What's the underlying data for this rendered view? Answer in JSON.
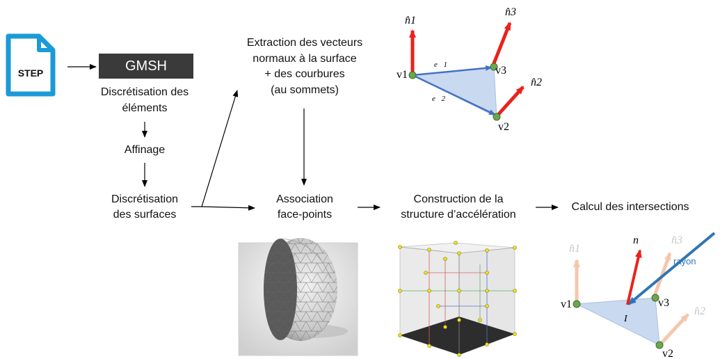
{
  "file_icon": {
    "label": "STEP"
  },
  "gmsh": {
    "label": "GMSH"
  },
  "steps": {
    "discretisation_elements": [
      "Discrétisation des",
      "éléments"
    ],
    "affinage": "Affinage",
    "discretisation_surfaces": [
      "Discrétisation",
      "des surfaces"
    ],
    "extraction": [
      "Extraction des vecteurs",
      "normaux à la surface",
      "+ des courbures",
      "(au sommets)"
    ],
    "association": [
      "Association",
      "face-points"
    ],
    "construction": [
      "Construction de la",
      "structure d’accélération"
    ],
    "intersections": "Calcul des intersections"
  },
  "triangle_top": {
    "normals": [
      "n̂1",
      "n̂3",
      "n̂2"
    ],
    "vertices": [
      "v1",
      "v3",
      "v2"
    ],
    "edges": [
      "e⃗1",
      "e⃗2"
    ]
  },
  "triangle_bottom": {
    "normals": [
      "n̂1",
      "n̂3",
      "n̂2"
    ],
    "face_normal": "n⃗",
    "vertices": [
      "v1",
      "v3",
      "v2"
    ],
    "ray_label": "rayon",
    "intersection_label": "I⃗"
  },
  "colors": {
    "gmsh_bg": "#3a3a3a",
    "file_icon": "#1a9bd7",
    "normal_red": "#e8231c",
    "edge_blue": "#4472c4",
    "triangle_fill": "#c9d9f0",
    "vertex_green": "#6aa84f",
    "faded_normal": "#f4c7ad",
    "ray_blue": "#2e75b6"
  }
}
